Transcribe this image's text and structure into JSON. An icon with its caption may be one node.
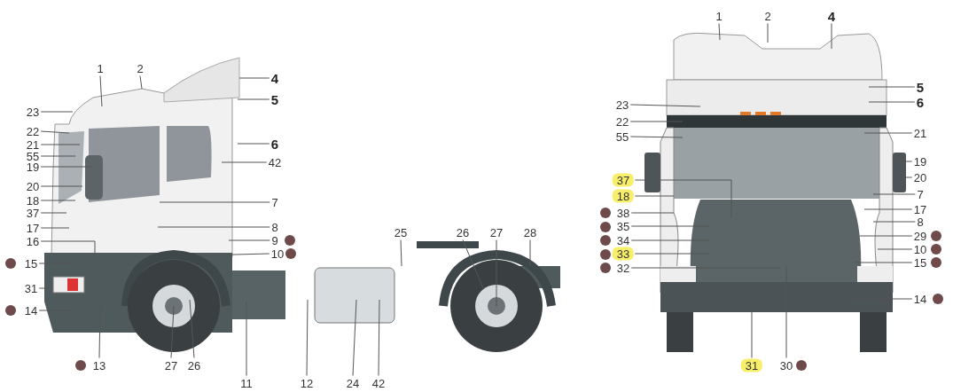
{
  "diagram": {
    "nodes": [
      {
        "text": [
          "1"
        ]
      },
      {
        "text": [
          "2"
        ]
      },
      {
        "text": [
          "4"
        ]
      },
      {
        "text": [
          "5"
        ]
      },
      {
        "text": [
          "23"
        ]
      },
      {
        "text": [
          "22"
        ]
      },
      {
        "text": [
          "21"
        ]
      },
      {
        "text": [
          "55"
        ]
      },
      {
        "text": [
          "19"
        ]
      },
      {
        "text": [
          "6"
        ]
      },
      {
        "text": [
          "42"
        ]
      },
      {
        "text": [
          "20"
        ]
      },
      {
        "text": [
          "18"
        ]
      },
      {
        "text": [
          "37"
        ]
      },
      {
        "text": [
          "7"
        ]
      },
      {
        "text": [
          "17"
        ]
      },
      {
        "text": [
          "16"
        ]
      },
      {
        "text": [
          "8"
        ]
      },
      {
        "text": [
          "9"
        ]
      },
      {
        "text": [
          "15"
        ]
      },
      {
        "text": [
          "10"
        ]
      },
      {
        "text": [
          "31"
        ]
      },
      {
        "text": [
          "14"
        ]
      },
      {
        "text": [
          "25"
        ]
      },
      {
        "text": [
          "26"
        ]
      },
      {
        "text": [
          "27"
        ]
      },
      {
        "text": [
          "28"
        ]
      },
      {
        "text": [
          "13"
        ]
      },
      {
        "text": [
          "27"
        ]
      },
      {
        "text": [
          "26"
        ]
      },
      {
        "text": [
          "11"
        ]
      },
      {
        "text": [
          "12"
        ]
      },
      {
        "text": [
          "24"
        ]
      },
      {
        "text": [
          "42"
        ]
      },
      {
        "text": [
          "1"
        ]
      },
      {
        "text": [
          "2"
        ]
      },
      {
        "text": [
          "4"
        ]
      },
      {
        "text": [
          "23"
        ]
      },
      {
        "text": [
          "5"
        ]
      },
      {
        "text": [
          "6"
        ]
      },
      {
        "text": [
          "22"
        ]
      },
      {
        "text": [
          "55"
        ]
      },
      {
        "text": [
          "21"
        ]
      },
      {
        "text": [
          "19"
        ]
      },
      {
        "text": [
          "37"
        ]
      },
      {
        "text": [
          "20"
        ]
      },
      {
        "text": [
          "18"
        ]
      },
      {
        "text": [
          "7"
        ]
      },
      {
        "text": [
          "38"
        ]
      },
      {
        "text": [
          "17"
        ]
      },
      {
        "text": [
          "35"
        ]
      },
      {
        "text": [
          "8"
        ]
      },
      {
        "text": [
          "34"
        ]
      },
      {
        "text": [
          "29"
        ]
      },
      {
        "text": [
          "33"
        ]
      },
      {
        "text": [
          "10"
        ]
      },
      {
        "text": [
          "32"
        ]
      },
      {
        "text": [
          "15"
        ]
      },
      {
        "text": [
          "14"
        ]
      },
      {
        "text": [
          "31"
        ]
      },
      {
        "text": [
          "30"
        ]
      }
    ],
    "edges": [
      {
        "from": 0,
        "to": null,
        "arrow": "none"
      },
      {
        "from": 1,
        "to": null,
        "arrow": "none"
      },
      {
        "from": 2,
        "to": null,
        "arrow": "none"
      },
      {
        "from": 3,
        "to": null,
        "arrow": "none"
      },
      {
        "from": 4,
        "to": null,
        "arrow": "none"
      },
      {
        "from": 5,
        "to": null,
        "arrow": "none"
      },
      {
        "from": 6,
        "to": null,
        "arrow": "none"
      },
      {
        "from": 7,
        "to": null,
        "arrow": "none"
      },
      {
        "from": 8,
        "to": null,
        "arrow": "none"
      },
      {
        "from": 9,
        "to": null,
        "arrow": "none"
      },
      {
        "from": 10,
        "to": null,
        "arrow": "none"
      },
      {
        "from": 11,
        "to": null,
        "arrow": "none"
      },
      {
        "from": 12,
        "to": null,
        "arrow": "none"
      },
      {
        "from": 13,
        "to": null,
        "arrow": "none"
      },
      {
        "from": 14,
        "to": null,
        "arrow": "none"
      },
      {
        "from": 15,
        "to": null,
        "arrow": "none"
      },
      {
        "from": 16,
        "to": null,
        "arrow": "none"
      },
      {
        "from": 17,
        "to": null,
        "arrow": "none"
      },
      {
        "from": 18,
        "to": null,
        "arrow": "none"
      },
      {
        "from": 19,
        "to": null,
        "arrow": "none"
      },
      {
        "from": 20,
        "to": null,
        "arrow": "none"
      },
      {
        "from": 21,
        "to": null,
        "arrow": "none"
      },
      {
        "from": 22,
        "to": null,
        "arrow": "none"
      },
      {
        "from": 23,
        "to": null,
        "arrow": "none"
      },
      {
        "from": 24,
        "to": null,
        "arrow": "none"
      },
      {
        "from": 25,
        "to": null,
        "arrow": "none"
      },
      {
        "from": 26,
        "to": null,
        "arrow": "none"
      },
      {
        "from": 27,
        "to": null,
        "arrow": "none"
      },
      {
        "from": 28,
        "to": null,
        "arrow": "none"
      },
      {
        "from": 29,
        "to": null,
        "arrow": "none"
      },
      {
        "from": 30,
        "to": null,
        "arrow": "none"
      },
      {
        "from": 31,
        "to": null,
        "arrow": "none"
      },
      {
        "from": 32,
        "to": null,
        "arrow": "none"
      },
      {
        "from": 33,
        "to": null,
        "arrow": "none"
      },
      {
        "from": 34,
        "to": null,
        "arrow": "none"
      },
      {
        "from": 35,
        "to": null,
        "arrow": "none"
      },
      {
        "from": 36,
        "to": null,
        "arrow": "none"
      },
      {
        "from": 37,
        "to": null,
        "arrow": "none"
      },
      {
        "from": 38,
        "to": null,
        "arrow": "none"
      },
      {
        "from": 39,
        "to": null,
        "arrow": "none"
      },
      {
        "from": 40,
        "to": null,
        "arrow": "none"
      },
      {
        "from": 41,
        "to": null,
        "arrow": "none"
      },
      {
        "from": 42,
        "to": null,
        "arrow": "none"
      },
      {
        "from": 43,
        "to": null,
        "arrow": "none"
      },
      {
        "from": 44,
        "to": null,
        "arrow": "none"
      },
      {
        "from": 45,
        "to": null,
        "arrow": "none"
      },
      {
        "from": 46,
        "to": null,
        "arrow": "none"
      },
      {
        "from": 47,
        "to": null,
        "arrow": "none"
      },
      {
        "from": 48,
        "to": null,
        "arrow": "none"
      },
      {
        "from": 49,
        "to": null,
        "arrow": "none"
      },
      {
        "from": 50,
        "to": null,
        "arrow": "none"
      },
      {
        "from": 51,
        "to": null,
        "arrow": "none"
      },
      {
        "from": 52,
        "to": null,
        "arrow": "none"
      },
      {
        "from": 53,
        "to": null,
        "arrow": "none"
      },
      {
        "from": 54,
        "to": null,
        "arrow": "none"
      },
      {
        "from": 55,
        "to": null,
        "arrow": "none"
      },
      {
        "from": 56,
        "to": null,
        "arrow": "none"
      },
      {
        "from": 57,
        "to": null,
        "arrow": "none"
      },
      {
        "from": 58,
        "to": null,
        "arrow": "none"
      },
      {
        "from": 59,
        "to": null,
        "arrow": "none"
      },
      {
        "from": 60,
        "to": null,
        "arrow": "none"
      }
    ]
  }
}
